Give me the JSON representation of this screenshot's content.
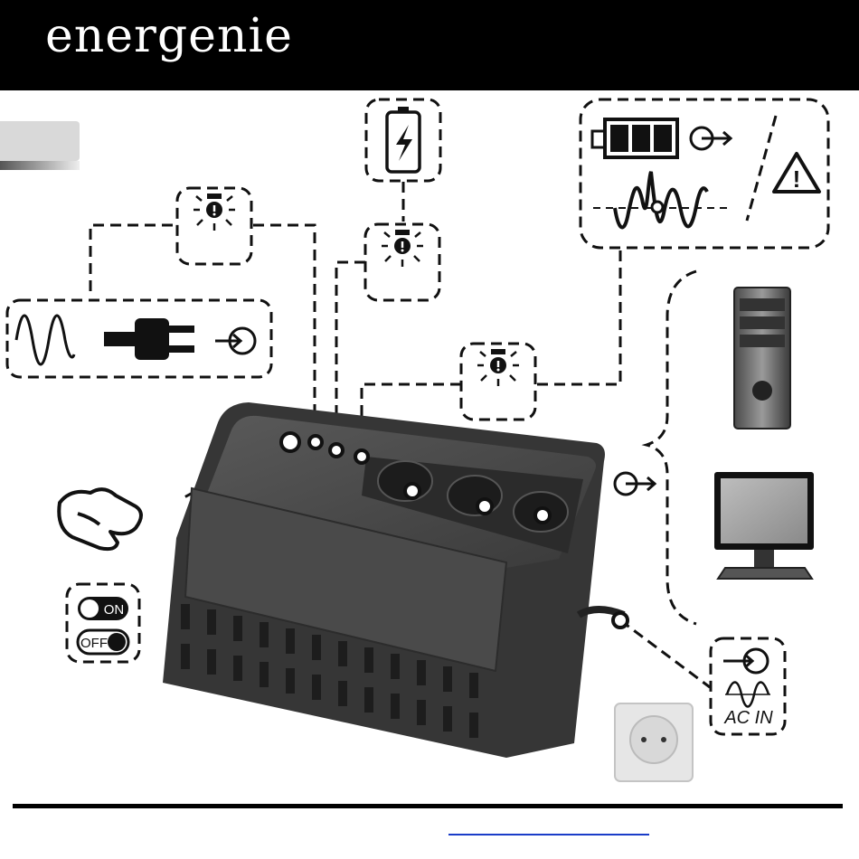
{
  "brand": {
    "logo_text": "energenie"
  },
  "labels": {
    "switch_on": "ON",
    "switch_off": "OFF",
    "ac_in": "AC IN",
    "warning_symbol": "!",
    "footer_link": ""
  },
  "icons": {
    "sine": "sine-wave-icon",
    "plug": "power-plug-icon",
    "input": "input-arrow-icon",
    "output": "output-arrow-icon",
    "battery": "battery-icon",
    "battery_charging": "battery-charging-icon",
    "led": "led-indicator-icon",
    "warning": "warning-triangle-icon",
    "hand": "pointing-hand-icon",
    "pc": "pc-tower-icon",
    "monitor": "monitor-icon",
    "wall_socket": "wall-socket-icon"
  },
  "colors": {
    "header_bg": "#000000",
    "ups_body": "#3d3d3d",
    "ups_top": "#4a4a4a",
    "dash": "#111111",
    "link": "#1a3cc8"
  }
}
